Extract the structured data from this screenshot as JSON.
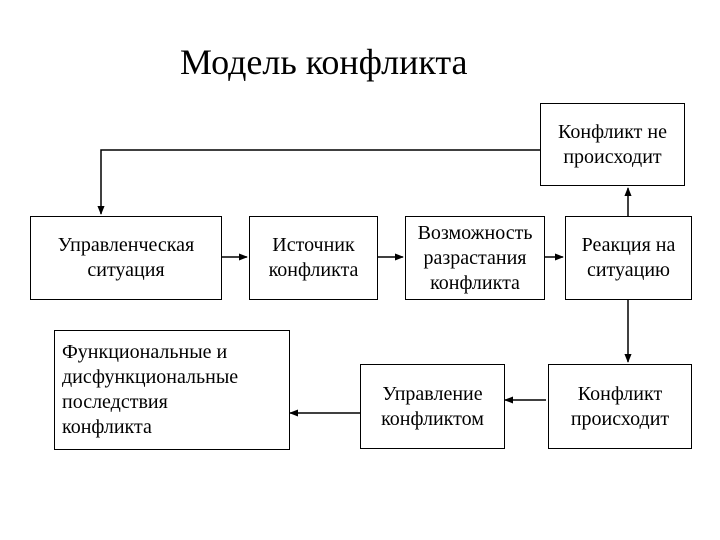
{
  "title": "Модель конфликта",
  "nodes": {
    "no_conflict": "Конфликт не\nпроисходит",
    "management_situation": "Управленческая\nситуация",
    "conflict_source": "Источник\nконфликта",
    "escalation_possibility": "Возможность\nразрастания\nконфликта",
    "reaction": "Реакция на\nситуацию",
    "consequences": "Функциональные и\nдисфункциональные\nпоследствия\nконфликта",
    "conflict_management": "Управление\nконфликтом",
    "conflict_occurs": "Конфликт\nпроисходит"
  }
}
